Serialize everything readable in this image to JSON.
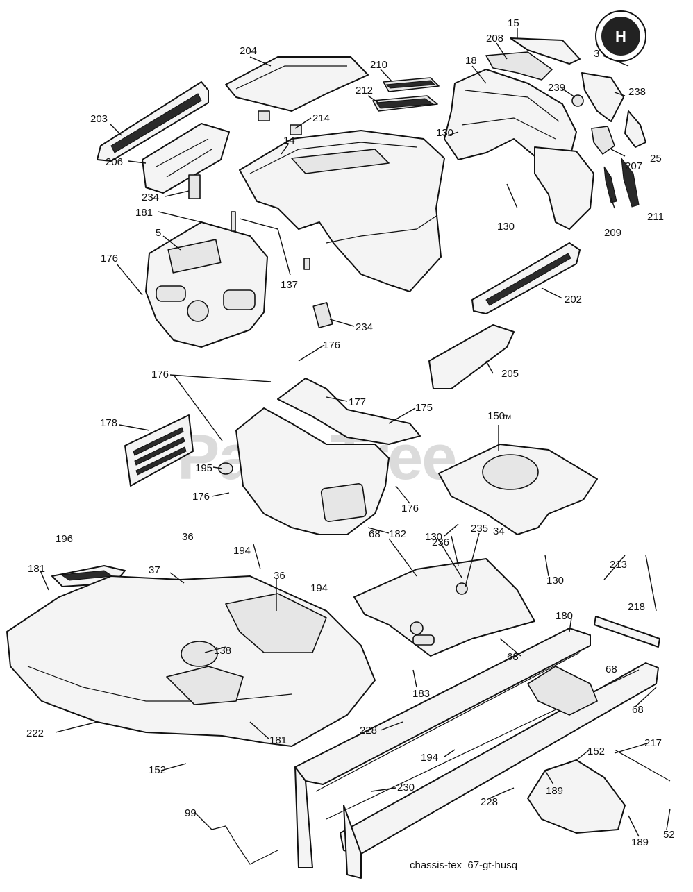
{
  "diagram": {
    "caption": "chassis-tex_67-gt-husq",
    "watermark": "PartsTree",
    "watermark_mark": "™",
    "logo_letter": "H",
    "callouts": [
      "15",
      "208",
      "3",
      "204",
      "210",
      "18",
      "239",
      "238",
      "212",
      "214",
      "203",
      "130",
      "14",
      "207",
      "25",
      "206",
      "234",
      "130",
      "209",
      "211",
      "181",
      "5",
      "176",
      "137",
      "202",
      "234",
      "176",
      "205",
      "176",
      "177",
      "175",
      "150",
      "178",
      "195",
      "176",
      "176",
      "182",
      "130",
      "130",
      "196",
      "36",
      "194",
      "37",
      "36",
      "68",
      "235",
      "34",
      "236",
      "181",
      "194",
      "213",
      "218",
      "180",
      "68",
      "138",
      "68",
      "183",
      "68",
      "222",
      "181",
      "228",
      "152",
      "194",
      "152",
      "217",
      "230",
      "228",
      "189",
      "99",
      "189",
      "52"
    ]
  }
}
